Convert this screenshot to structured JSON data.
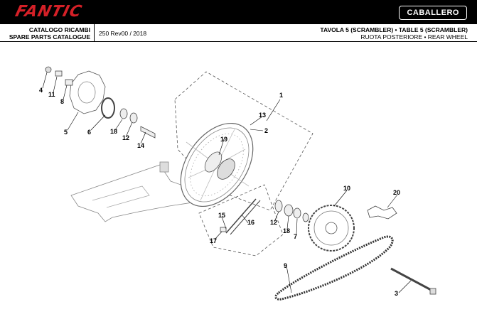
{
  "header": {
    "brand": "FANTIC",
    "model_badge": "CABALLERO",
    "catalog_it": "CATALOGO RICAMBI",
    "catalog_en": "SPARE PARTS CATALOGUE",
    "revision": "250 Rev00 / 2018",
    "table_title": "TAVOLA 5 (SCRAMBLER) • TABLE 5 (SCRAMBLER)",
    "table_subtitle": "RUOTA POSTERIORE • REAR WHEEL"
  },
  "callouts": [
    "1",
    "2",
    "3",
    "4",
    "5",
    "6",
    "7",
    "8",
    "9",
    "10",
    "11",
    "12",
    "12",
    "13",
    "14",
    "15",
    "16",
    "17",
    "18",
    "18",
    "19",
    "20"
  ]
}
